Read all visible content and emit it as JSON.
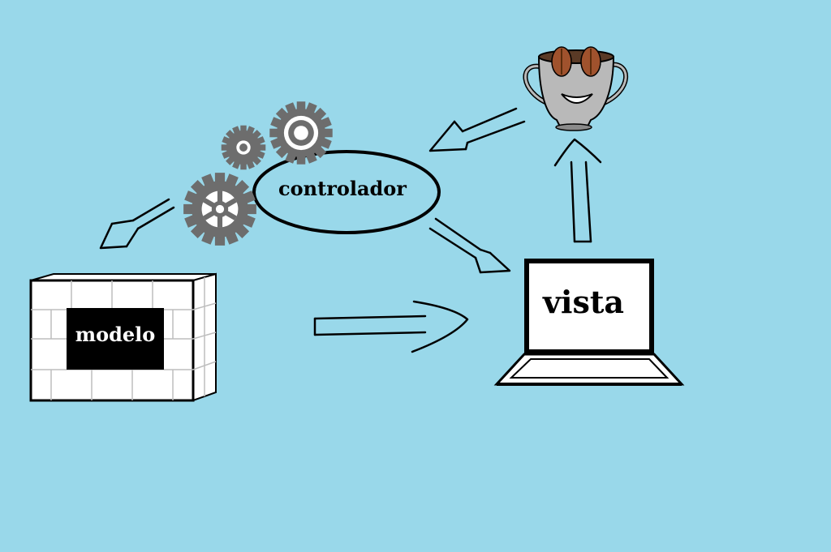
{
  "diagram": {
    "nodes": {
      "controller": {
        "label": "controlador",
        "icon": "gears-icon"
      },
      "model": {
        "label": "modelo",
        "icon": "brick-block-icon"
      },
      "view": {
        "label": "vista",
        "icon": "laptop-icon"
      },
      "user": {
        "label": "",
        "icon": "smiling-coffee-cup-icon"
      }
    },
    "edges": [
      {
        "from": "controller",
        "to": "model"
      },
      {
        "from": "controller",
        "to": "view"
      },
      {
        "from": "model",
        "to": "view"
      },
      {
        "from": "view",
        "to": "user"
      },
      {
        "from": "user",
        "to": "controller"
      }
    ]
  },
  "colors": {
    "background": "#99d8ea",
    "gear": "#6d6d6d",
    "ink": "#000000",
    "screen": "#ffffff",
    "cup": "#b9b9b9",
    "coffee_bean": "#a0522d"
  }
}
